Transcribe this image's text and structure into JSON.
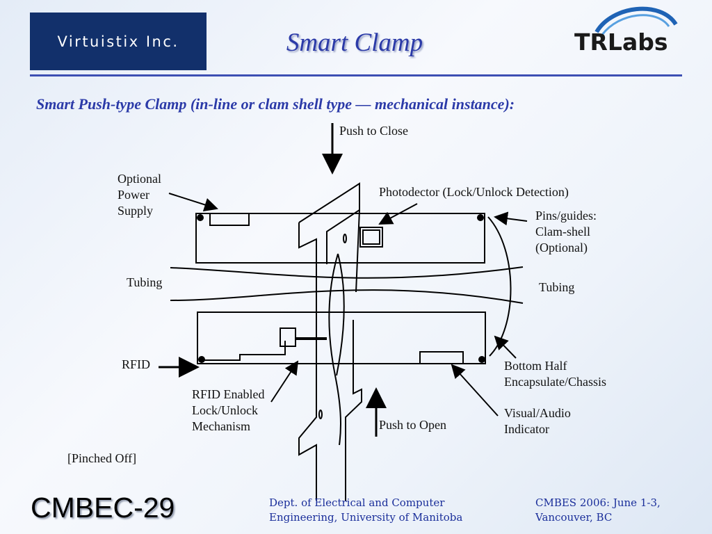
{
  "header": {
    "company_logo_text": "Virtuistix Inc.",
    "title": "Smart Clamp",
    "partner_logo_text": "TRLabs"
  },
  "subtitle": "Smart Push-type Clamp (in-line or clam shell type — mechanical instance):",
  "labels": {
    "push_to_close": "Push to Close",
    "optional_power_supply": [
      "Optional",
      "Power",
      "Supply"
    ],
    "photodetector": "Photodector (Lock/Unlock Detection)",
    "pins_guides": [
      "Pins/guides:",
      "Clam-shell",
      "(Optional)"
    ],
    "tubing_left": "Tubing",
    "tubing_right": "Tubing",
    "rfid": "RFID",
    "rfid_mechanism": [
      "RFID Enabled",
      "Lock/Unlock",
      "Mechanism"
    ],
    "bottom_half": [
      "Bottom Half",
      "Encapsulate/Chassis"
    ],
    "visual_audio": [
      "Visual/Audio",
      "Indicator"
    ],
    "push_to_open": "Push to Open",
    "pinched_off": "[Pinched Off]"
  },
  "footer": {
    "slide_id": "CMBEC-29",
    "dept": [
      "Dept. of Electrical and Computer",
      "Engineering, University of Manitoba"
    ],
    "conference": [
      "CMBES 2006: June 1-3,",
      "Vancouver, BC"
    ]
  },
  "colors": {
    "navy": "#12306b",
    "title_blue": "#2b3aa8",
    "rule_blue": "#3d4fb3",
    "footer_blue": "#1a2e9a"
  }
}
